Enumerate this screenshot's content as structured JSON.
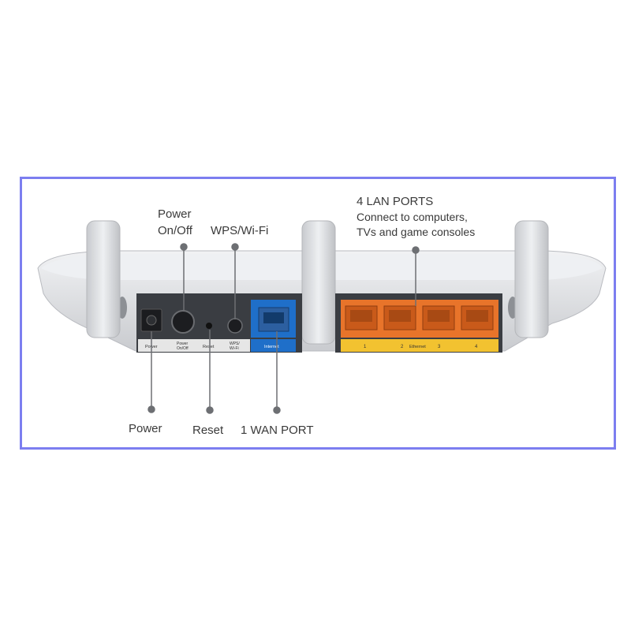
{
  "callouts": {
    "power_onoff": "Power\nOn/Off",
    "wps_wifi": "WPS/Wi-Fi",
    "lan_title": "4 LAN PORTS",
    "lan_sub1": "Connect to computers,",
    "lan_sub2": "TVs and game consoles",
    "power": "Power",
    "reset": "Reset",
    "wan": "1 WAN PORT"
  },
  "panel_labels": {
    "power": "Power",
    "power_onoff_1": "Power",
    "power_onoff_2": "On/Off",
    "reset": "Reset",
    "wps_1": "WPS/",
    "wps_2": "Wi-Fi",
    "internet": "Internet",
    "lan_1": "1",
    "lan_2": "2",
    "ethernet": "Ethernet",
    "lan_3": "3",
    "lan_4": "4"
  },
  "colors": {
    "frame_border": "#7c7ef0",
    "wan_blue": "#1f6fc9",
    "lan_orange": "#e8742a",
    "lan_yellow": "#f2c230"
  }
}
